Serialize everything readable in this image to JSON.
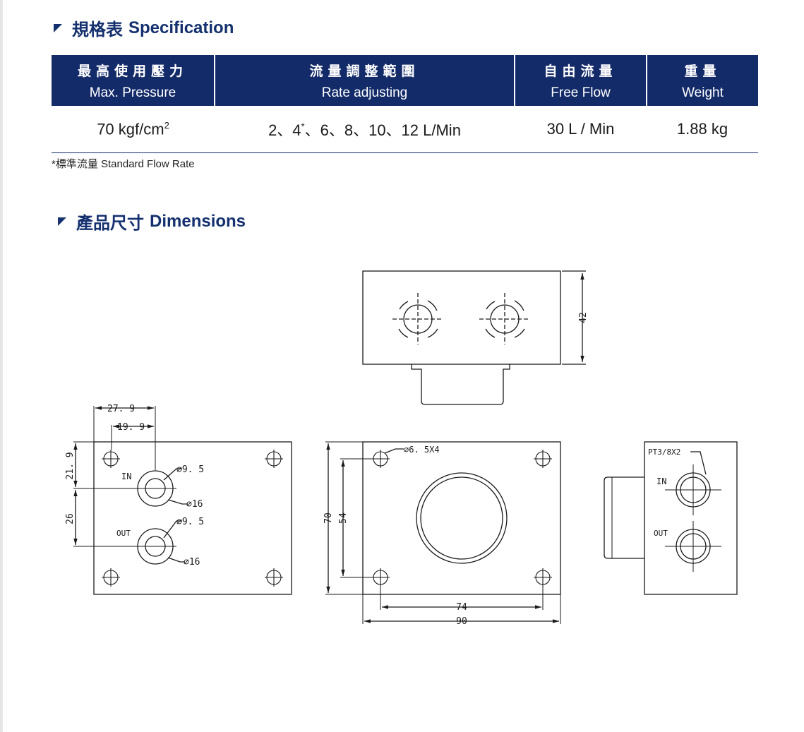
{
  "spec_section": {
    "title_zh": "規格表",
    "title_en": "Specification"
  },
  "table": {
    "headers": [
      {
        "zh": "最高使用壓力",
        "en": "Max. Pressure"
      },
      {
        "zh": "流量調整範圍",
        "en": "Rate adjusting"
      },
      {
        "zh": "自由流量",
        "en": "Free Flow"
      },
      {
        "zh": "重量",
        "en": "Weight"
      }
    ],
    "row": {
      "pressure": "70 kgf/cm",
      "pressure_sup": "2",
      "rate_pre": "2、4",
      "rate_sup": "*",
      "rate_post": "、6、8、10、12 L/Min",
      "free_flow": "30 L / Min",
      "weight": "1.88 kg"
    }
  },
  "note": "*標準流量 Standard Flow Rate",
  "dim_section": {
    "title_zh": "產品尺寸",
    "title_en": "Dimensions"
  },
  "drawing": {
    "top_height": "42",
    "dim_27_9": "27. 9",
    "dim_19_9": "19. 9",
    "dim_21_9": "21. 9",
    "dim_26": "26",
    "in_label": "IN",
    "out_label": "OUT",
    "dia_9_5_in": "⌀9. 5",
    "dia_16_in": "⌀16",
    "dia_9_5_out": "⌀9. 5",
    "dia_16_out": "⌀16",
    "hole_callout": "⌀6. 5X4",
    "dim_70": "70",
    "dim_54": "54",
    "dim_74": "74",
    "dim_90": "90",
    "thread_callout": "PT3/8X2",
    "side_in": "IN",
    "side_out": "OUT"
  },
  "colors": {
    "brand": "#132b69",
    "header_text": "#ffffff"
  }
}
